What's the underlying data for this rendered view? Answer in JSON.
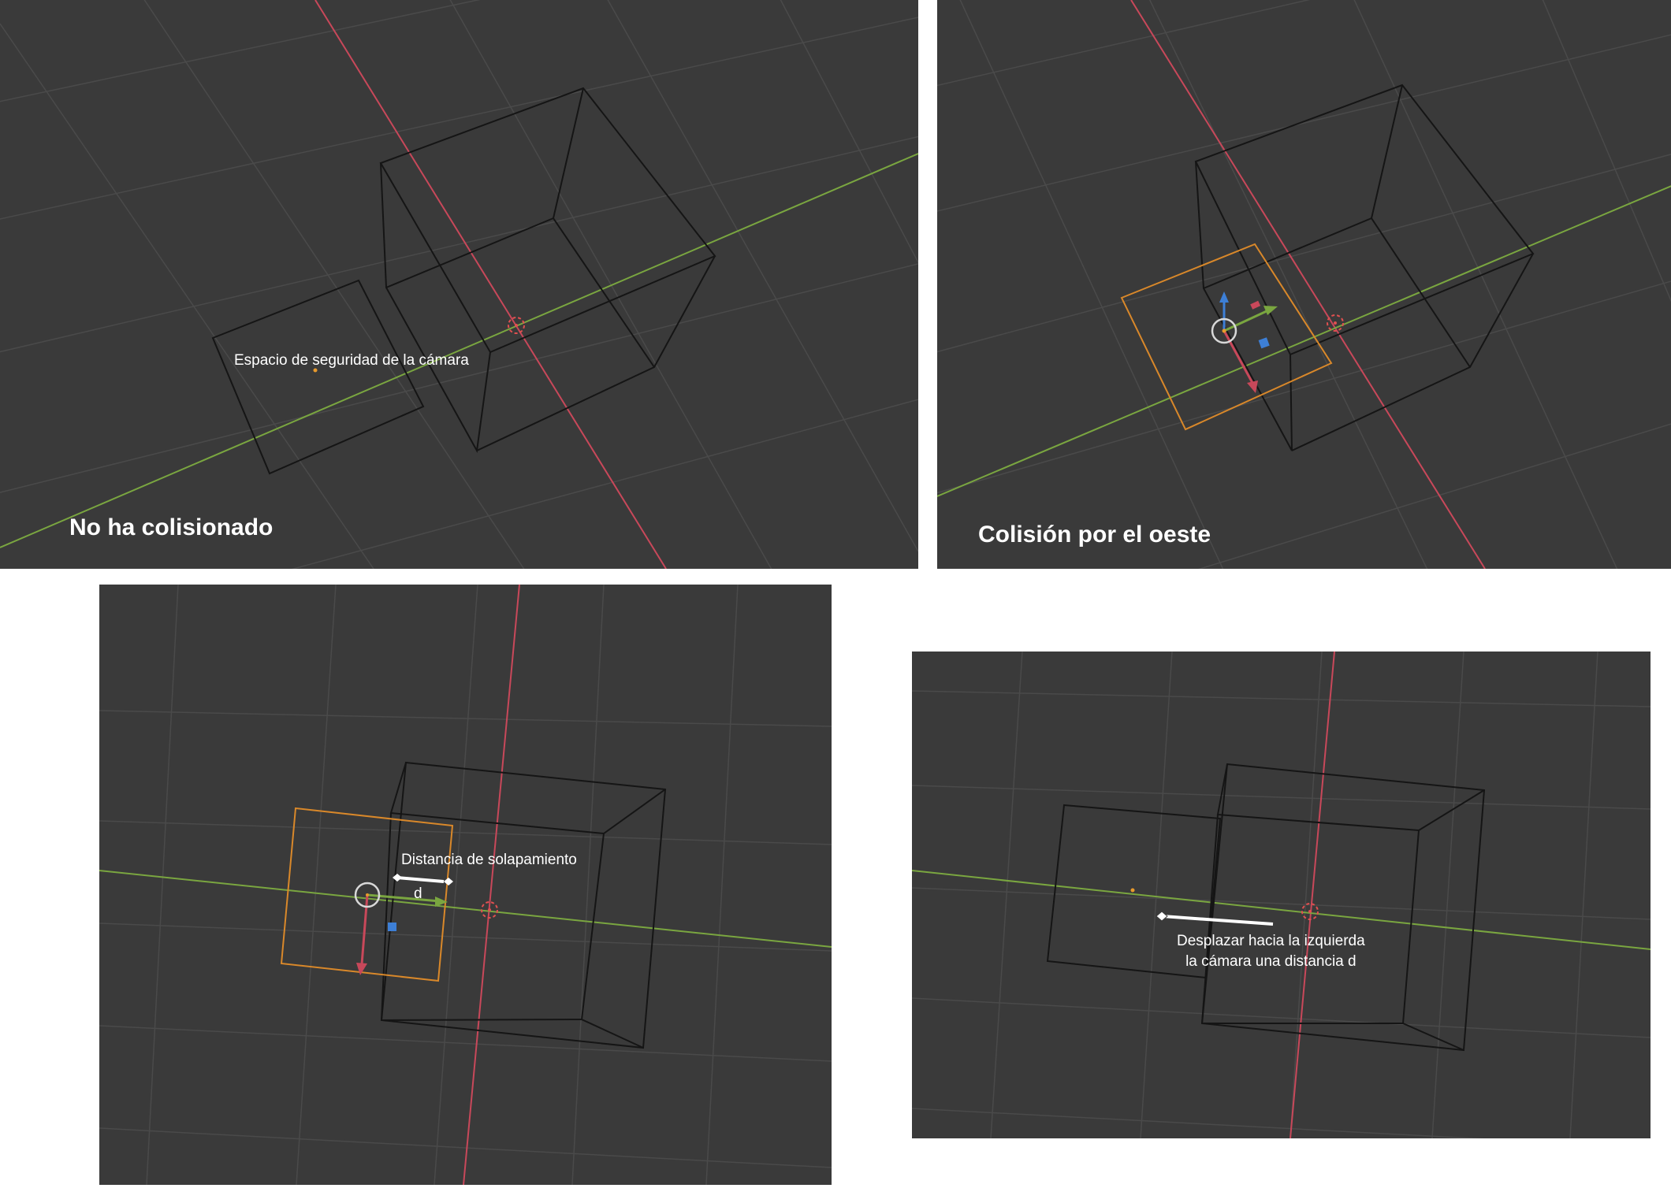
{
  "panels": {
    "no_collision": {
      "label": "Espacio de seguridad de la cámara",
      "caption": "No ha colisionado"
    },
    "west_collision": {
      "caption": "Colisión por el oeste"
    },
    "overlap": {
      "label": "Distancia de solapamiento",
      "distance_symbol": "d"
    },
    "correction": {
      "label_line1": "Desplazar hacia la izquierda",
      "label_line2": "la cámara una distancia d"
    }
  },
  "colors": {
    "background": "#3a3a3a",
    "grid": "#4a4a4a",
    "x_axis": "#c8485a",
    "y_axis": "#7aa640",
    "z_gizmo": "#3d7fd6",
    "wireframe": "#151515",
    "selection": "#d9882a",
    "text": "#ffffff"
  }
}
